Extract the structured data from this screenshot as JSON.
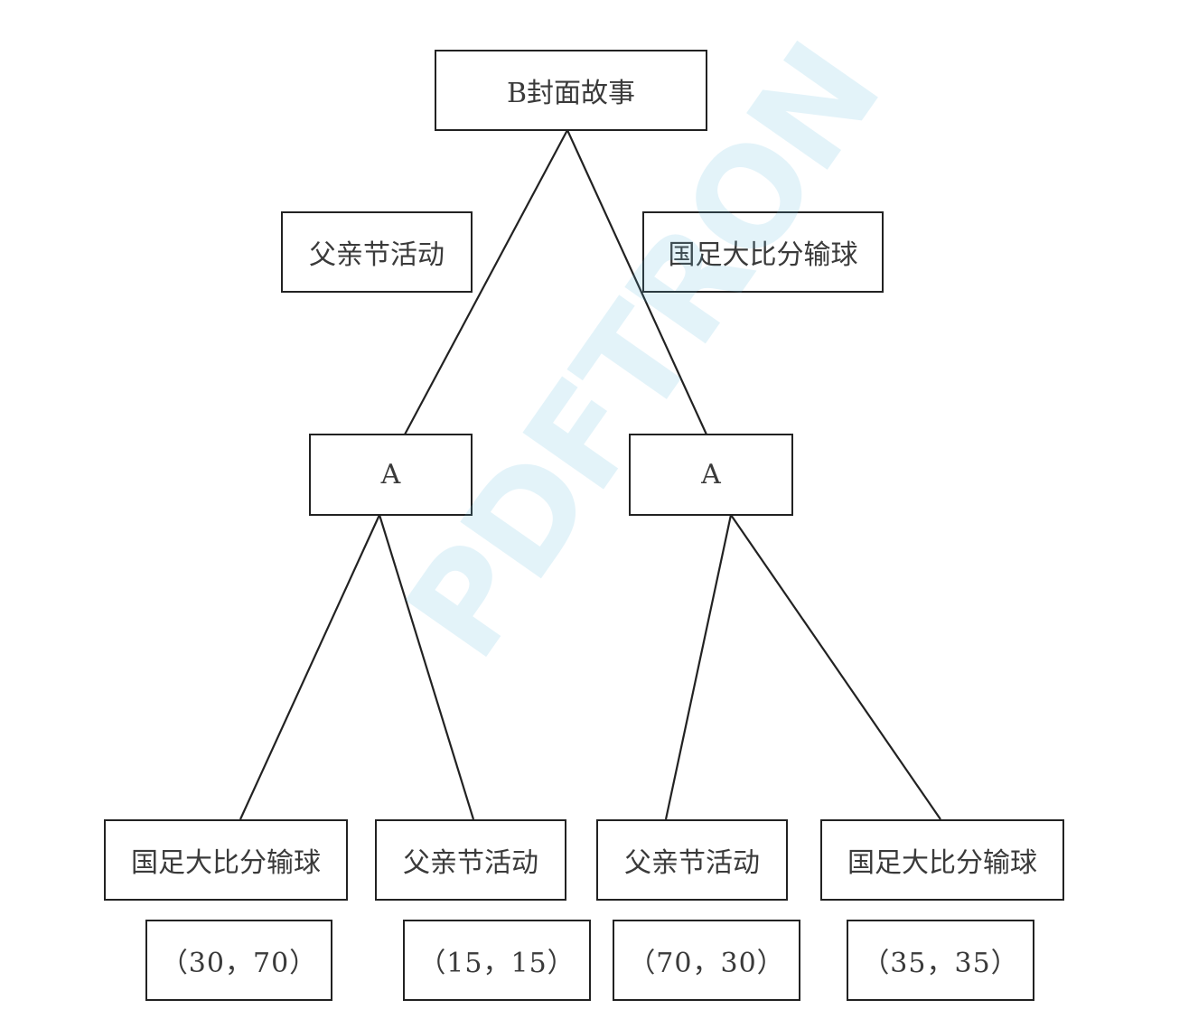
{
  "root": {
    "label": "B封面故事"
  },
  "root_branches": {
    "left": "父亲节活动",
    "right": "国足大比分输球"
  },
  "decision_nodes": {
    "left": "A",
    "right": "A"
  },
  "leaves": [
    {
      "label": "国足大比分输球",
      "payoff": "（30，70）"
    },
    {
      "label": "父亲节活动",
      "payoff": "（15，15）"
    },
    {
      "label": "父亲节活动",
      "payoff": "（70，30）"
    },
    {
      "label": "国足大比分输球",
      "payoff": "（35，35）"
    }
  ],
  "watermark": "PDFTRON",
  "colors": {
    "line": "#222222",
    "text": "#3a3a3a",
    "watermark": "#5ab8de"
  }
}
